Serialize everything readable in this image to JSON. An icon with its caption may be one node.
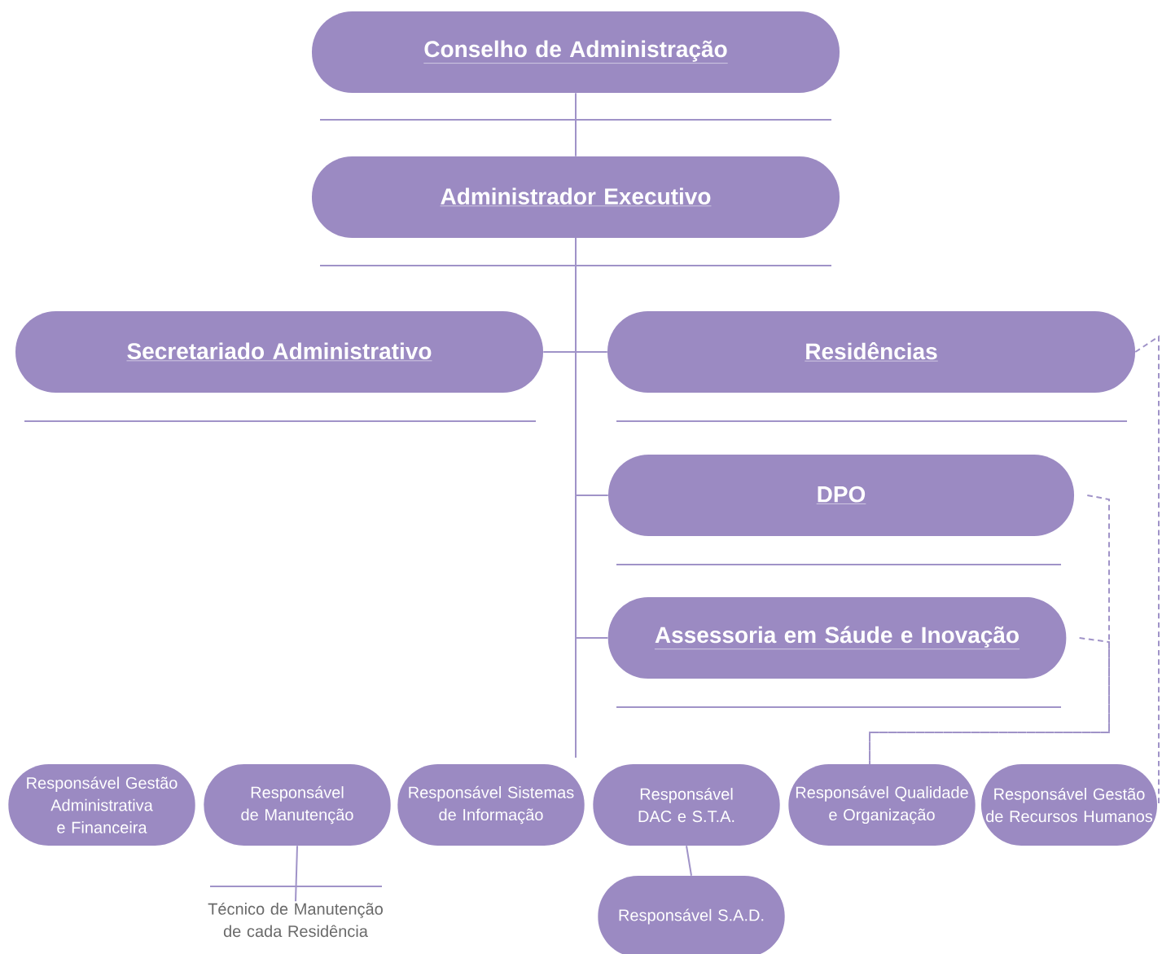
{
  "diagram": {
    "nodes": [
      {
        "text": [
          "Conselho de Administração"
        ]
      },
      {
        "text": [
          "Administrador Executivo"
        ]
      },
      {
        "text": [
          "Secretariado Administrativo"
        ]
      },
      {
        "text": [
          "Residências"
        ]
      },
      {
        "text": [
          "DPO"
        ]
      },
      {
        "text": [
          "Assessoria em Sáude e Inovação"
        ]
      },
      {
        "text": [
          "Responsável Gestão Administrativa e Financeira"
        ]
      },
      {
        "text": [
          "Responsável de Manutenção"
        ]
      },
      {
        "text": [
          "Responsável Sistemas de Informação"
        ]
      },
      {
        "text": [
          "Responsável DAC e S.T.A."
        ]
      },
      {
        "text": [
          "Responsável Qualidade e Organização"
        ]
      },
      {
        "text": [
          "Responsável Gestão de Recursos Humanos"
        ]
      },
      {
        "text": [
          "Responsável S.A.D."
        ]
      },
      {
        "text": [
          "Técnico de Manutenção de cada Residência"
        ]
      }
    ],
    "edges": [
      {
        "from": 0,
        "to": 1,
        "arrow": "none"
      },
      {
        "from": 1,
        "to": 2,
        "arrow": "none"
      },
      {
        "from": 1,
        "to": 3,
        "arrow": "none"
      },
      {
        "from": 1,
        "to": 4,
        "arrow": "none"
      },
      {
        "from": 1,
        "to": 5,
        "arrow": "none"
      },
      {
        "from": 1,
        "to": null,
        "arrow": "none"
      },
      {
        "from": 4,
        "to": 10,
        "arrow": "none",
        "style": "dashed"
      },
      {
        "from": 5,
        "to": 10,
        "arrow": "none",
        "style": "dashed"
      },
      {
        "from": 3,
        "to": 11,
        "arrow": "none",
        "style": "dashed"
      },
      {
        "from": 7,
        "to": 13,
        "arrow": "none"
      },
      {
        "from": 9,
        "to": 12,
        "arrow": "none"
      }
    ]
  }
}
